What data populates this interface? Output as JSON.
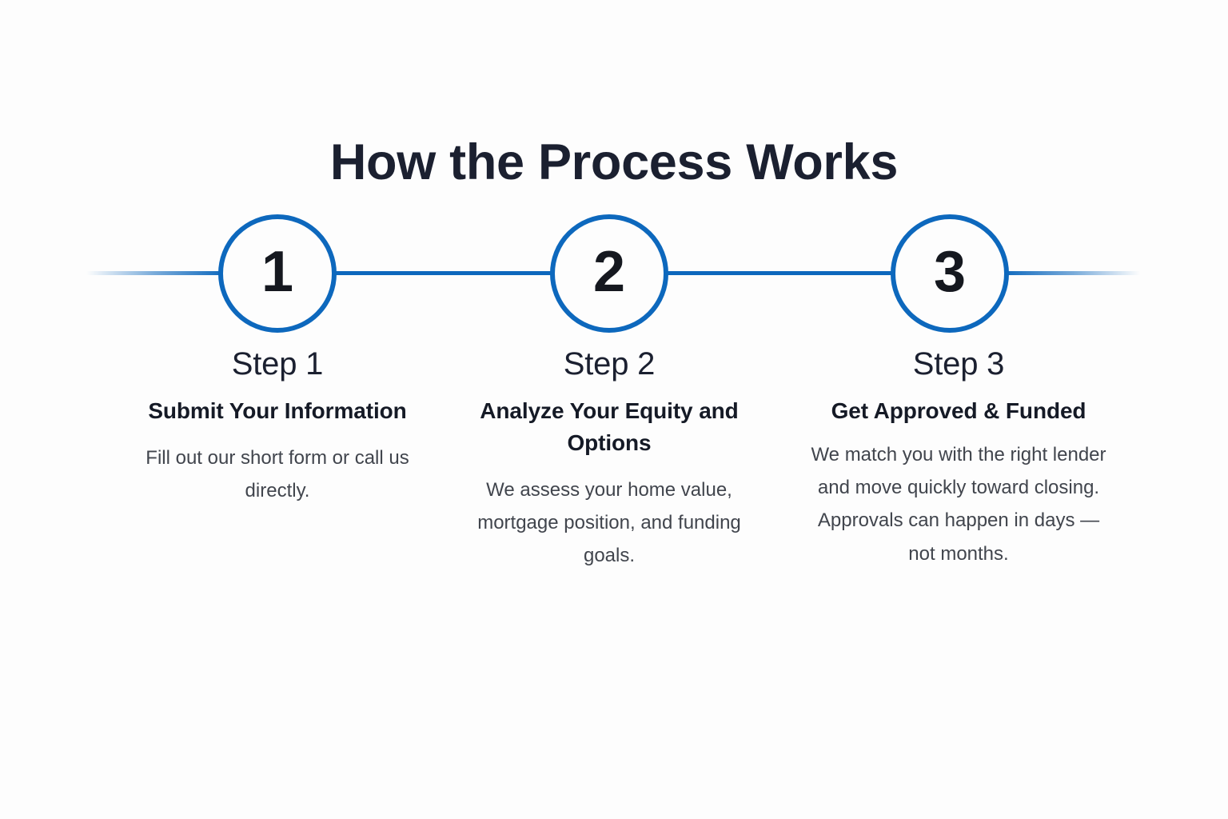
{
  "page": {
    "title": "How the Process Works",
    "background_color": "#fdfdfd",
    "accent_color": "#0d68bd",
    "title_color": "#1b2030",
    "body_color": "#41454d"
  },
  "timeline": {
    "rail_name": "connector-line",
    "nodes": [
      {
        "number": "1"
      },
      {
        "number": "2"
      },
      {
        "number": "3"
      }
    ]
  },
  "steps": [
    {
      "label": "Step 1",
      "heading": "Submit Your Information",
      "body": "Fill out our short form or call us directly."
    },
    {
      "label": "Step 2",
      "heading": "Analyze Your Equity and Options",
      "body": "We assess your home value, mortgage position, and funding goals."
    },
    {
      "label": "Step 3",
      "heading": "Get Approved & Funded",
      "body": "We match you with the right lender and move quickly toward closing. Approvals can happen in days — not months."
    }
  ]
}
